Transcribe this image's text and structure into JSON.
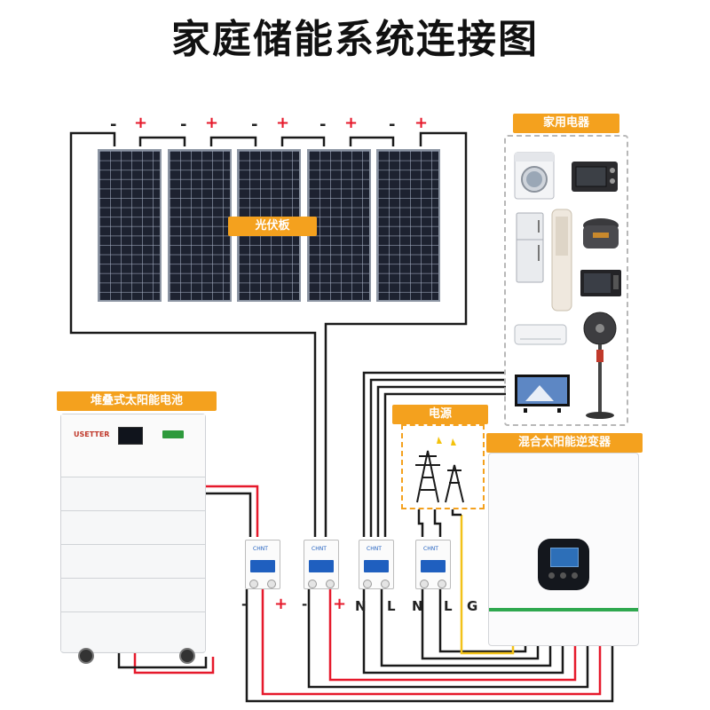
{
  "title": "家庭储能系统连接图",
  "labels": {
    "pv": "光伏板",
    "appliances": "家用电器",
    "battery": "堆叠式太阳能电池",
    "grid": "电源",
    "inverter": "混合太阳能逆变器"
  },
  "battery_brand": "USETTER",
  "panel_polarity": {
    "negative": "-",
    "positive": "+"
  },
  "terminal_labels": {
    "bat_neg": "-",
    "bat_pos": "+",
    "pv_neg": "-",
    "pv_pos": "+",
    "n1": "N",
    "l1": "L",
    "n2": "N",
    "l2": "L",
    "g": "G"
  },
  "appliance_icons": [
    "washing-machine-icon",
    "oven-icon",
    "refrigerator-icon",
    "air-conditioner-tower-icon",
    "rice-cooker-icon",
    "microwave-icon",
    "wall-air-conditioner-icon",
    "electric-fan-icon",
    "television-icon"
  ],
  "colors": {
    "accent": "#f4a11e",
    "wire_black": "#1a1a1a",
    "wire_red": "#e6192b",
    "wire_yellow": "#f2c21b",
    "breaker_blue": "#1f5fbf",
    "inverter_stripe": "#2fa84f"
  }
}
